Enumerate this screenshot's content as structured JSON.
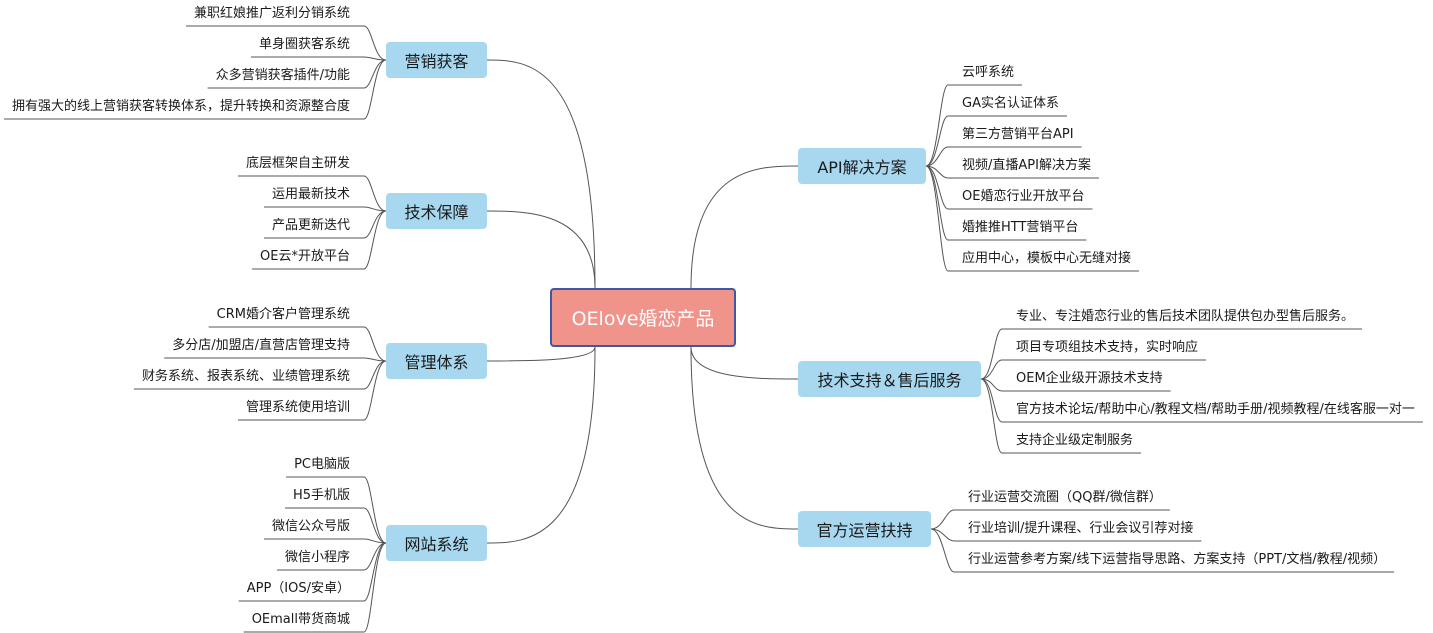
{
  "root": {
    "label": "OElove婚恋产品"
  },
  "branches": [
    {
      "label": "营销获客",
      "items": [
        "兼职红娘推广返利分销系统",
        "单身圈获客系统",
        "众多营销获客插件/功能",
        "拥有强大的线上营销获客转换体系，提升转换和资源整合度"
      ]
    },
    {
      "label": "技术保障",
      "items": [
        "底层框架自主研发",
        "运用最新技术",
        "产品更新迭代",
        "OE云*开放平台"
      ]
    },
    {
      "label": "管理体系",
      "items": [
        "CRM婚介客户管理系统",
        "多分店/加盟店/直营店管理支持",
        "财务系统、报表系统、业绩管理系统",
        "管理系统使用培训"
      ]
    },
    {
      "label": "网站系统",
      "items": [
        "PC电脑版",
        "H5手机版",
        "微信公众号版",
        "微信小程序",
        "APP（IOS/安卓）",
        "OEmall带货商城"
      ]
    },
    {
      "label": "API解决方案",
      "items": [
        "云呼系统",
        "GA实名认证体系",
        "第三方营销平台API",
        "视频/直播API解决方案",
        "OE婚恋行业开放平台",
        "婚推推HTT营销平台",
        "应用中心，模板中心无缝对接"
      ]
    },
    {
      "label": "技术支持＆售后服务",
      "items": [
        "专业、专注婚恋行业的售后技术团队提供包办型售后服务。",
        "项目专项组技术支持，实时响应",
        "OEM企业级开源技术支持",
        "官方技术论坛/帮助中心/教程文档/帮助手册/视频教程/在线客服一对一",
        "支持企业级定制服务"
      ]
    },
    {
      "label": "官方运营扶持",
      "items": [
        "行业运营交流圈（QQ群/微信群）",
        "行业培训/提升课程、行业会议引荐对接",
        "行业运营参考方案/线下运营指导思路、方案支持（PPT/文档/教程/视频）"
      ]
    }
  ]
}
